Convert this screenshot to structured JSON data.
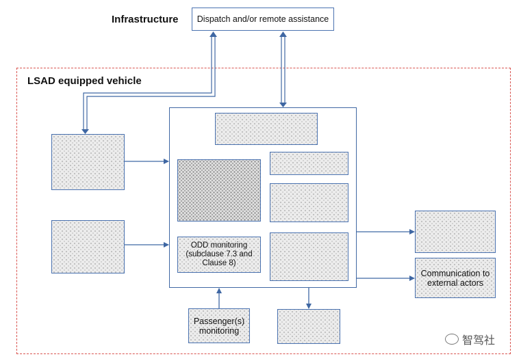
{
  "infrastructure": {
    "heading": "Infrastructure",
    "dispatch_box": "Dispatch and/or remote assistance"
  },
  "vehicle": {
    "heading": "LSAD equipped vehicle",
    "odd_monitoring": "ODD monitoring (subclause 7.3 and Clause 8)",
    "passenger_monitoring": "Passenger(s) monitoring",
    "communication": "Communication to external actors"
  },
  "colors": {
    "box_border": "#4a72b0",
    "arrow": "#3f67a3",
    "frame": "#d9534f"
  },
  "watermark": {
    "text": "智驾社",
    "icon": "wechat-icon"
  }
}
